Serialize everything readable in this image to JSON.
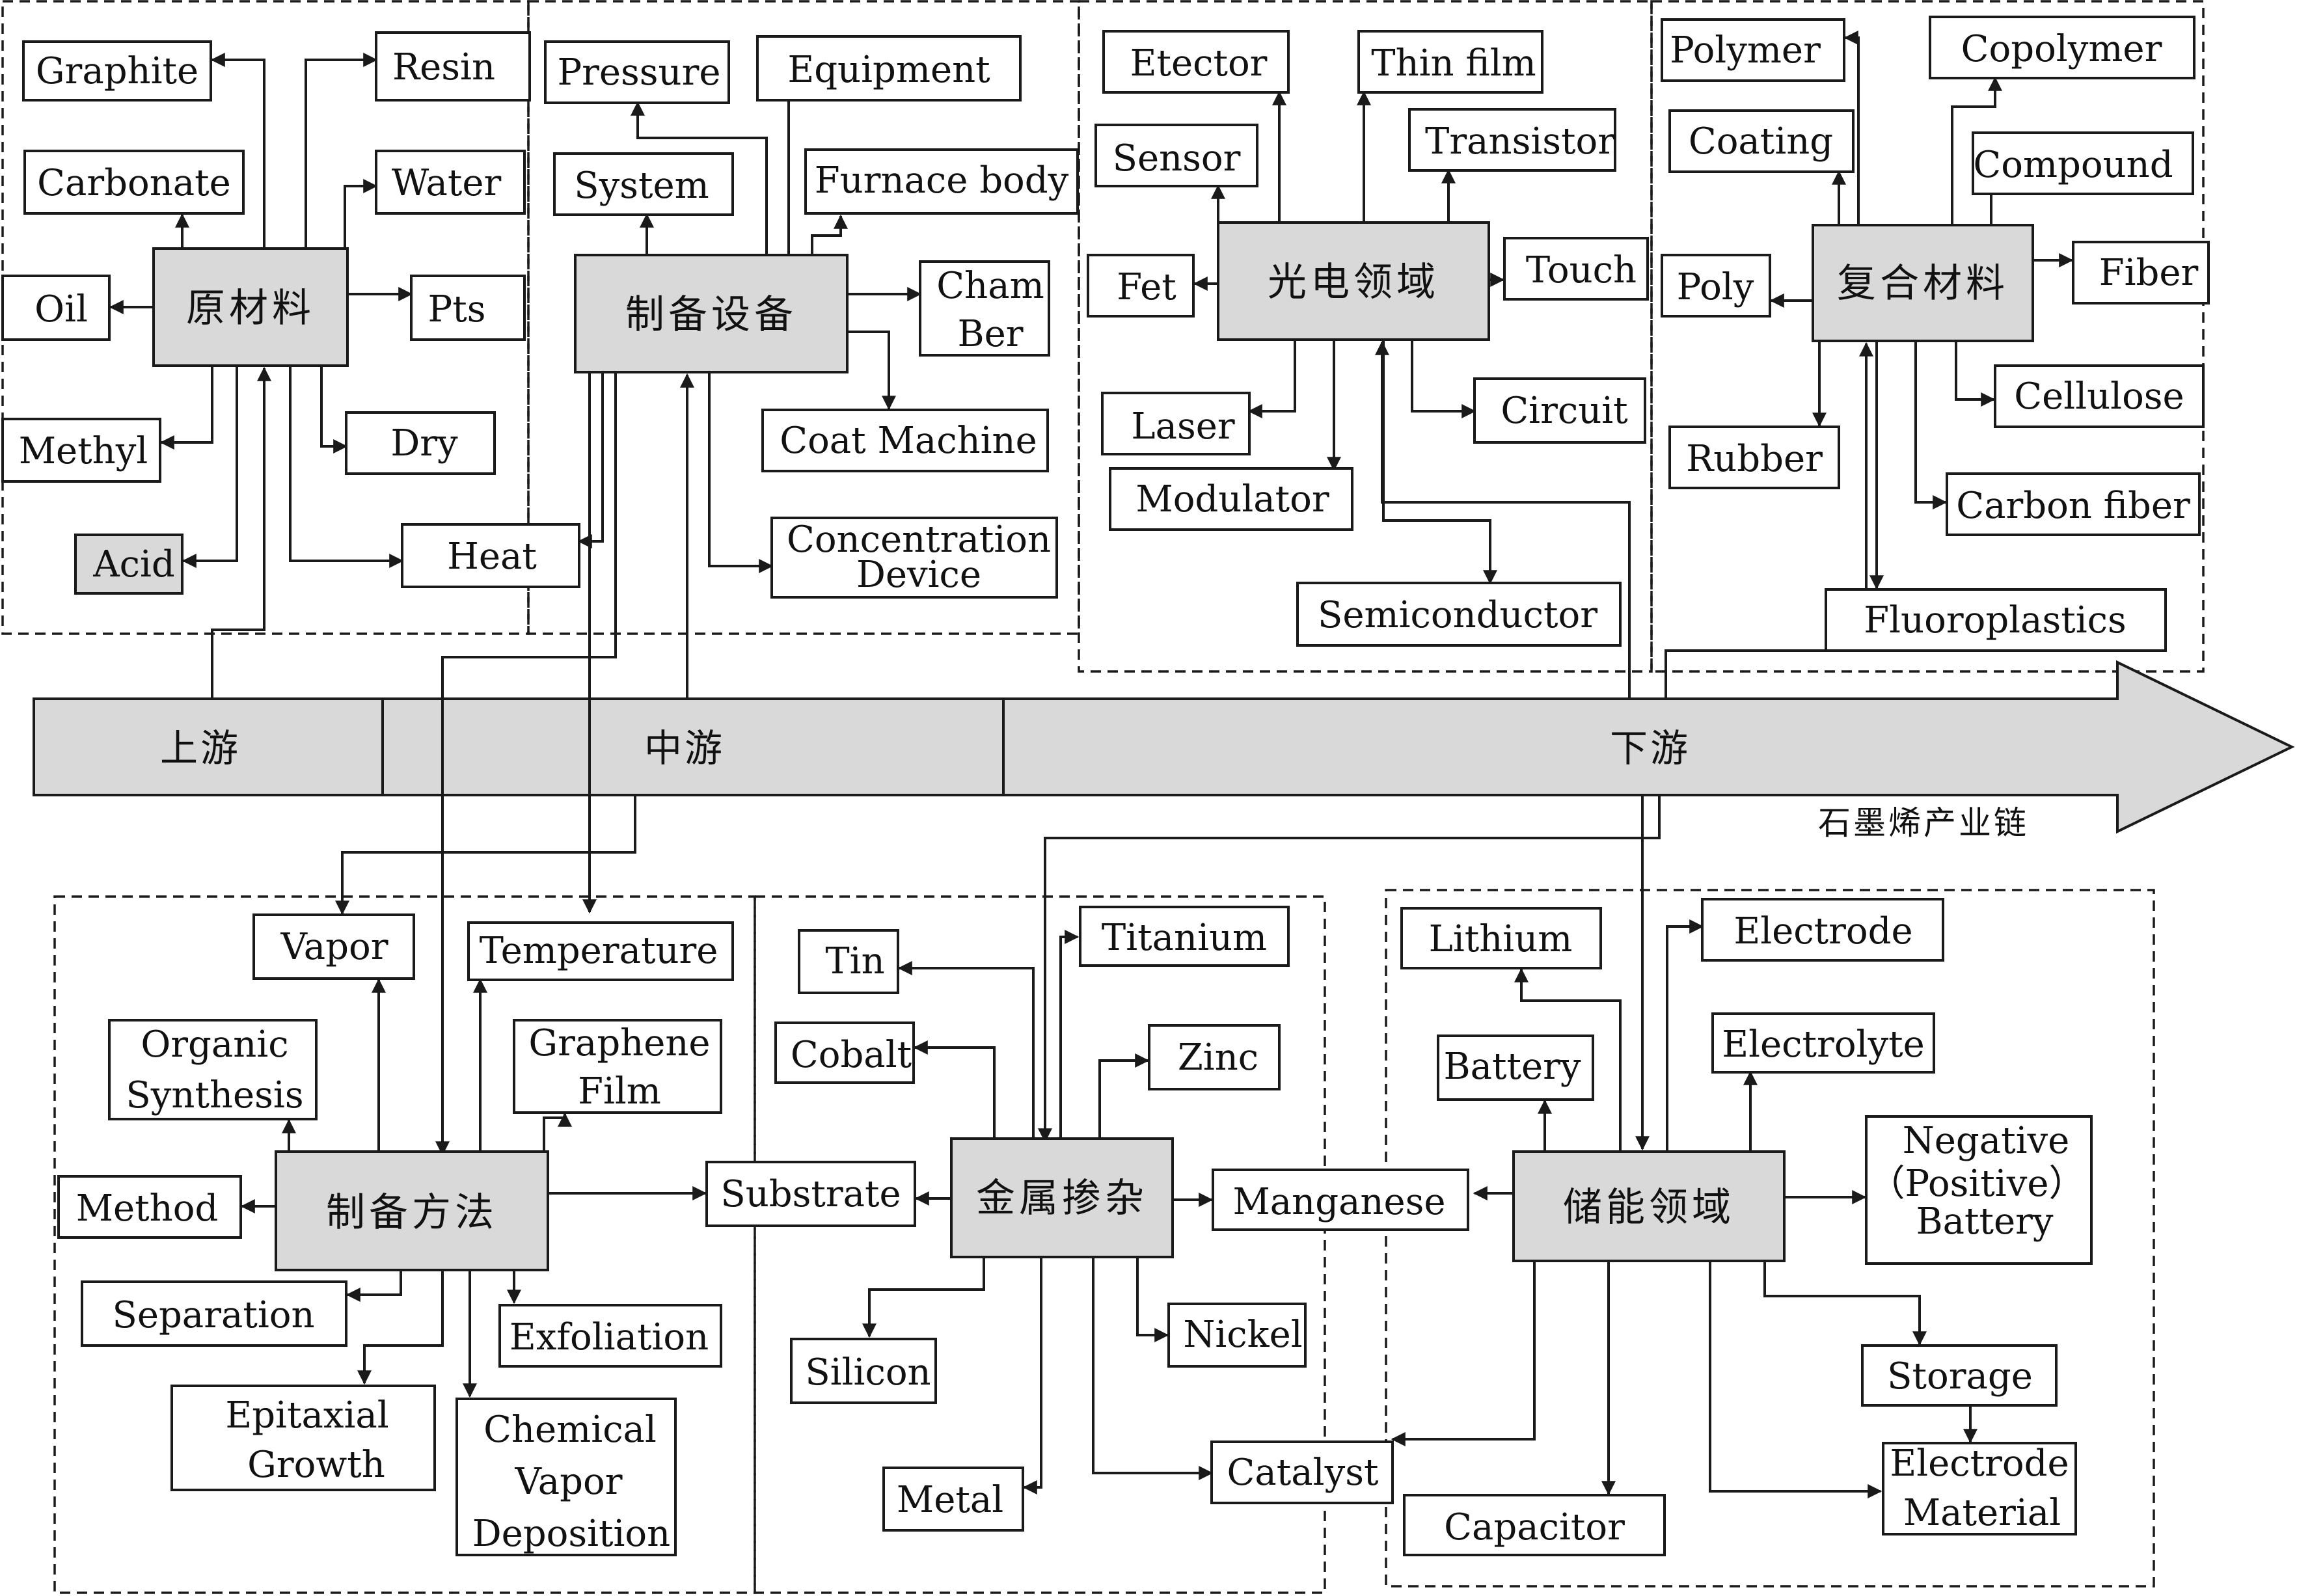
{
  "caption": "石墨烯产业链",
  "chain": {
    "upstream": "上游",
    "midstream": "中游",
    "downstream": "下游"
  },
  "hubs": {
    "raw_materials": "原材料",
    "equipment": "制备设备",
    "optoelectronics": "光电领域",
    "composites": "复合材料",
    "methods": "制备方法",
    "metal_doping": "金属掺杂",
    "energy_storage": "储能领域"
  },
  "nodes": {
    "graphite": "Graphite",
    "resin": "Resin",
    "carbonate": "Carbonate",
    "water": "Water",
    "oil": "Oil",
    "pts": "Pts",
    "methyl": "Methyl",
    "dry": "Dry",
    "acid": "Acid",
    "heat": "Heat",
    "pressure": "Pressure",
    "equipment": "Equipment",
    "system": "System",
    "furnace_body": "Furnace body",
    "chamber_1": "Cham",
    "chamber_2": "Ber",
    "coat_machine": "Coat Machine",
    "concentration_1": "Concentration",
    "concentration_2": "Device",
    "etector": "Etector",
    "thin_film": "Thin film",
    "sensor": "Sensor",
    "transistor": "Transistor",
    "fet": "Fet",
    "touch": "Touch",
    "laser": "Laser",
    "circuit": "Circuit",
    "modulator": "Modulator",
    "semiconductor": "Semiconductor",
    "polymer": "Polymer",
    "copolymer": "Copolymer",
    "coating": "Coating",
    "compound": "Compound",
    "poly": "Poly",
    "fiber": "Fiber",
    "cellulose": "Cellulose",
    "rubber": "Rubber",
    "carbon_fiber": "Carbon fiber",
    "fluoroplastics": "Fluoroplastics",
    "vapor": "Vapor",
    "temperature": "Temperature",
    "organic_1": "Organic",
    "organic_2": "Synthesis",
    "graphene_film_1": "Graphene",
    "graphene_film_2": "Film",
    "method": "Method",
    "separation": "Separation",
    "exfoliation": "Exfoliation",
    "epitaxial_1": "Epitaxial",
    "epitaxial_2": "Growth",
    "cvd_1": "Chemical",
    "cvd_2": "Vapor",
    "cvd_3": "Deposition",
    "substrate": "Substrate",
    "tin": "Tin",
    "titanium": "Titanium",
    "cobalt": "Cobalt",
    "zinc": "Zinc",
    "manganese": "Manganese",
    "nickel": "Nickel",
    "silicon": "Silicon",
    "metal": "Metal",
    "catalyst": "Catalyst",
    "lithium": "Lithium",
    "electrode": "Electrode",
    "battery": "Battery",
    "electrolyte": "Electrolyte",
    "negative_1": "Negative",
    "negative_2": "（Positive）",
    "negative_3": "Battery",
    "storage": "Storage",
    "electrode_material_1": "Electrode",
    "electrode_material_2": "Material",
    "capacitor": "Capacitor"
  }
}
